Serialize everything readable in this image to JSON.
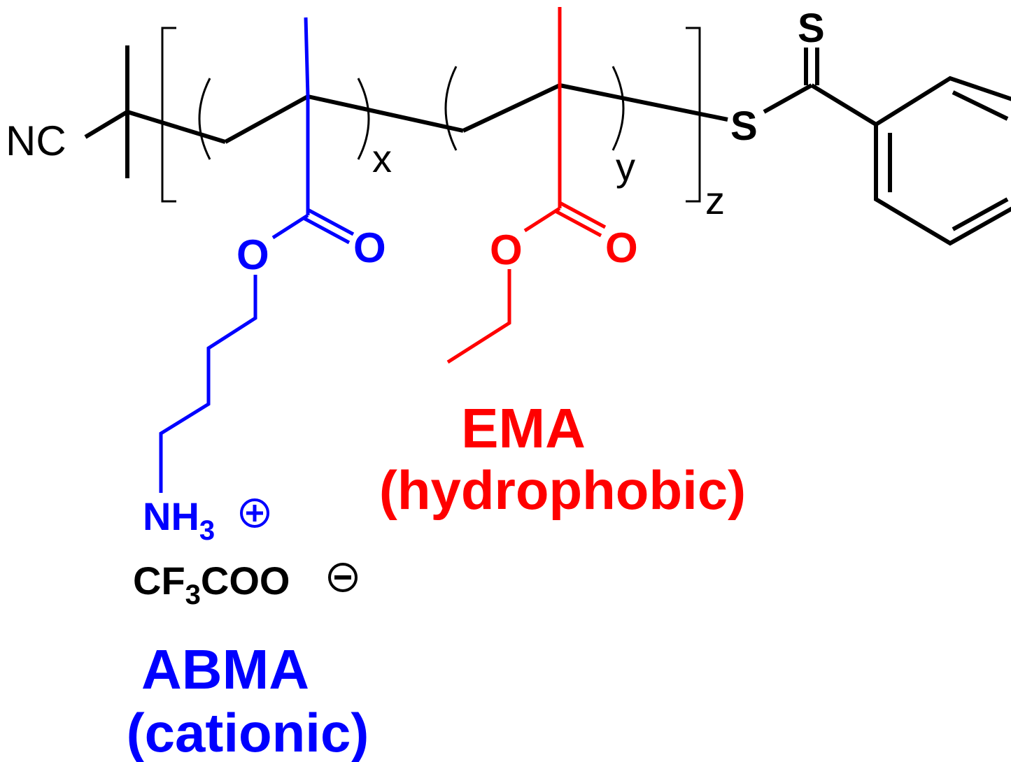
{
  "colors": {
    "backbone": "#000000",
    "cationic": "#0000ff",
    "hydrophobic": "#ff0000"
  },
  "end_groups": {
    "left": "NC",
    "thio_s": "S",
    "thione_s": "S"
  },
  "subscripts": {
    "x": "x",
    "y": "y",
    "z": "z"
  },
  "abma": {
    "ether_o": "O",
    "carbonyl_o": "O",
    "amine": "NH",
    "amine_sub": "3",
    "charge_plus": "+",
    "counterion_a": "CF",
    "counterion_sub": "3",
    "counterion_b": "COO",
    "charge_minus": "−",
    "name": "ABMA",
    "role": "(cationic)"
  },
  "ema": {
    "ether_o": "O",
    "carbonyl_o": "O",
    "name": "EMA",
    "role": "(hydrophobic)"
  }
}
